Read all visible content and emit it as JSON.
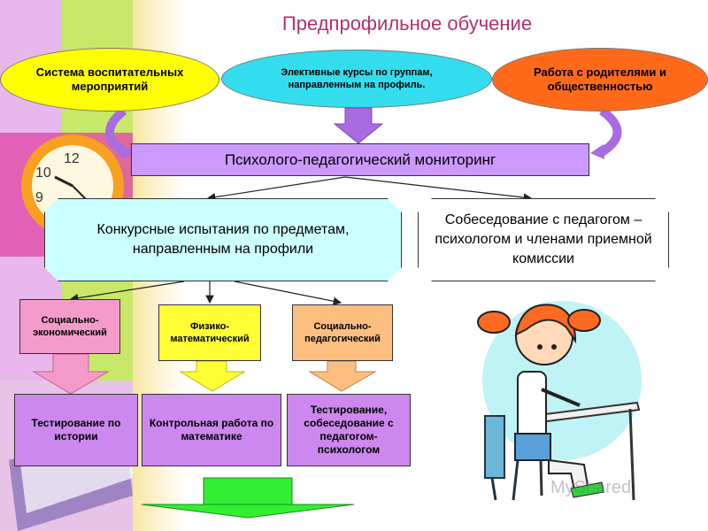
{
  "title": "Предпрофильное обучение",
  "top": {
    "left_ellipse": "Система воспитательных мероприятий",
    "center_ellipse": "Элективные курсы по группам, направленным на профиль.",
    "right_ellipse": "Работа с родителями и общественностью"
  },
  "monitoring": "Психолого-педагогический мониторинг",
  "level2": {
    "contests": "Конкурсные испытания по предметам, направленным на профили",
    "interview": "Собеседование с педагогом –психологом и членами приемной комиссии"
  },
  "profiles": [
    {
      "label": "Социально-экономический",
      "color": "#f59bcb"
    },
    {
      "label": "Физико-математический",
      "color": "#ffff33"
    },
    {
      "label": "Социально-педагогический",
      "color": "#fcbf7f"
    }
  ],
  "tests": [
    {
      "label": "Тестирование по истории"
    },
    {
      "label": "Контрольная работа по математике"
    },
    {
      "label": "Тестирование, собеседование с педагогом-психологом"
    }
  ],
  "colors": {
    "yellow": "#ffff00",
    "cyan": "#33ddee",
    "orange": "#ff6a1a",
    "violet": "#cc99ff",
    "light_cyan": "#ccffff",
    "purple_box": "#cc88ee",
    "green": "#33ee33",
    "title": "#b0306e"
  },
  "watermark": "MyShared",
  "icons": [
    "clock-icon",
    "girl-writing-icon",
    "papers-icon"
  ]
}
